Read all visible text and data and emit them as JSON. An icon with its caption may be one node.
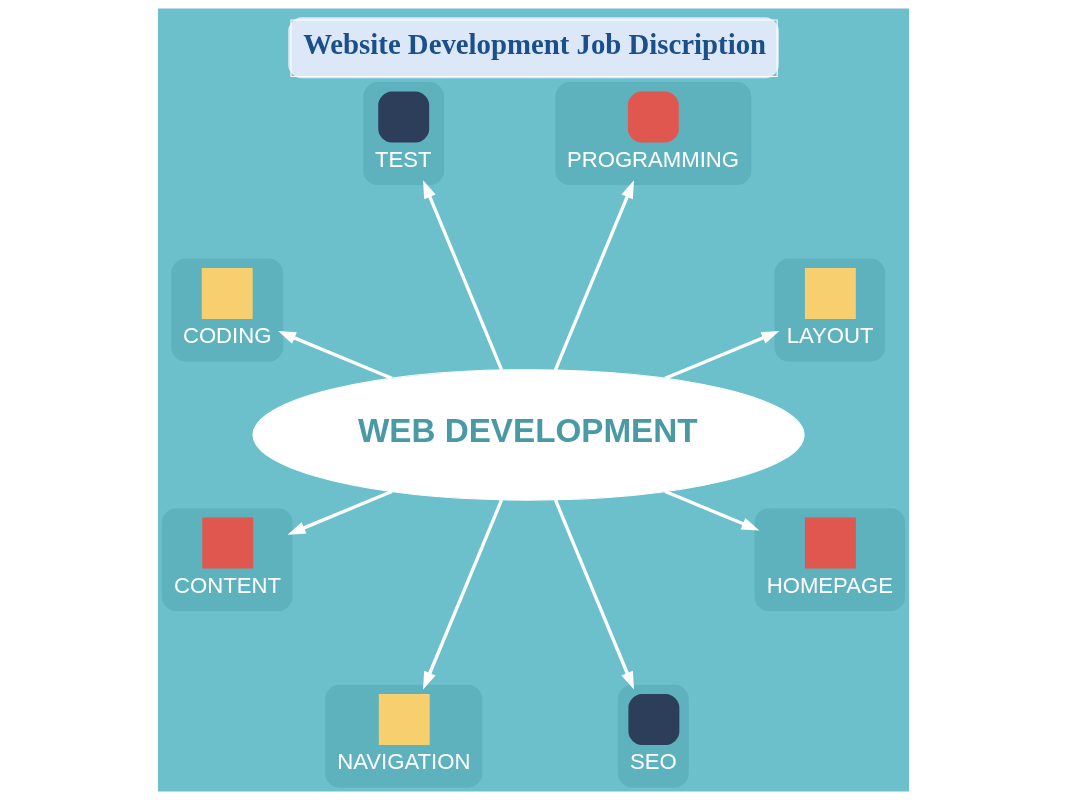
{
  "diagram": {
    "title": "Website Development Job Discription",
    "nodes": [
      {
        "text": [
          "TEST"
        ]
      },
      {
        "text": [
          "PROGRAMMING"
        ]
      },
      {
        "text": [
          "CODING"
        ]
      },
      {
        "text": [
          "LAYOUT"
        ]
      },
      {
        "text": [
          "WEB DEVELOPMENT"
        ]
      },
      {
        "text": [
          "CONTENT"
        ]
      },
      {
        "text": [
          "HOMEPAGE"
        ]
      },
      {
        "text": [
          "NAVIGATION"
        ]
      },
      {
        "text": [
          "SEO"
        ]
      }
    ],
    "edges": [
      {
        "from": 4,
        "to": 0,
        "arrow": "to"
      },
      {
        "from": 4,
        "to": 1,
        "arrow": "to"
      },
      {
        "from": 4,
        "to": 3,
        "arrow": "to"
      },
      {
        "from": 4,
        "to": 6,
        "arrow": "to"
      },
      {
        "from": 4,
        "to": 8,
        "arrow": "to"
      },
      {
        "from": 4,
        "to": 7,
        "arrow": "to"
      },
      {
        "from": 4,
        "to": 5,
        "arrow": "to"
      },
      {
        "from": 4,
        "to": 2,
        "arrow": "to"
      }
    ]
  }
}
